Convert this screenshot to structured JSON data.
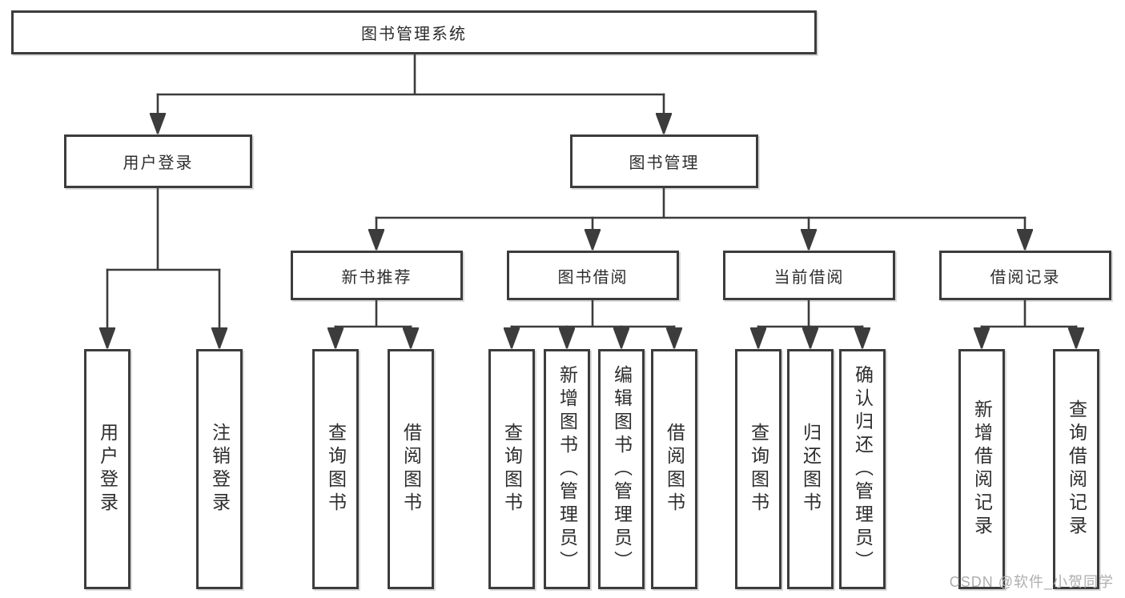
{
  "diagram": {
    "root": {
      "label": "图书管理系统"
    },
    "branches": [
      {
        "label": "用户登录",
        "children": [
          {
            "label": "用户登录"
          },
          {
            "label": "注销登录"
          }
        ]
      },
      {
        "label": "图书管理",
        "children": [
          {
            "label": "新书推荐",
            "children": [
              {
                "label": "查询图书"
              },
              {
                "label": "借阅图书"
              }
            ]
          },
          {
            "label": "图书借阅",
            "children": [
              {
                "label": "查询图书"
              },
              {
                "label": "新增图书（管理员）"
              },
              {
                "label": "编辑图书（管理员）"
              },
              {
                "label": "借阅图书"
              }
            ]
          },
          {
            "label": "当前借阅",
            "children": [
              {
                "label": "查询图书"
              },
              {
                "label": "归还图书"
              },
              {
                "label": "确认归还（管理员）"
              }
            ]
          },
          {
            "label": "借阅记录",
            "children": [
              {
                "label": "新增借阅记录"
              },
              {
                "label": "查询借阅记录"
              }
            ]
          }
        ]
      }
    ]
  },
  "watermark": {
    "text": "CSDN @软件_小贺同学"
  },
  "colors": {
    "bg": "#ffffff",
    "line": "#3c3c3c",
    "border": "#3c3c3c",
    "boxfill": "#ffffff",
    "text": "#2d2d2d",
    "watermark": "#aeaeb0"
  }
}
